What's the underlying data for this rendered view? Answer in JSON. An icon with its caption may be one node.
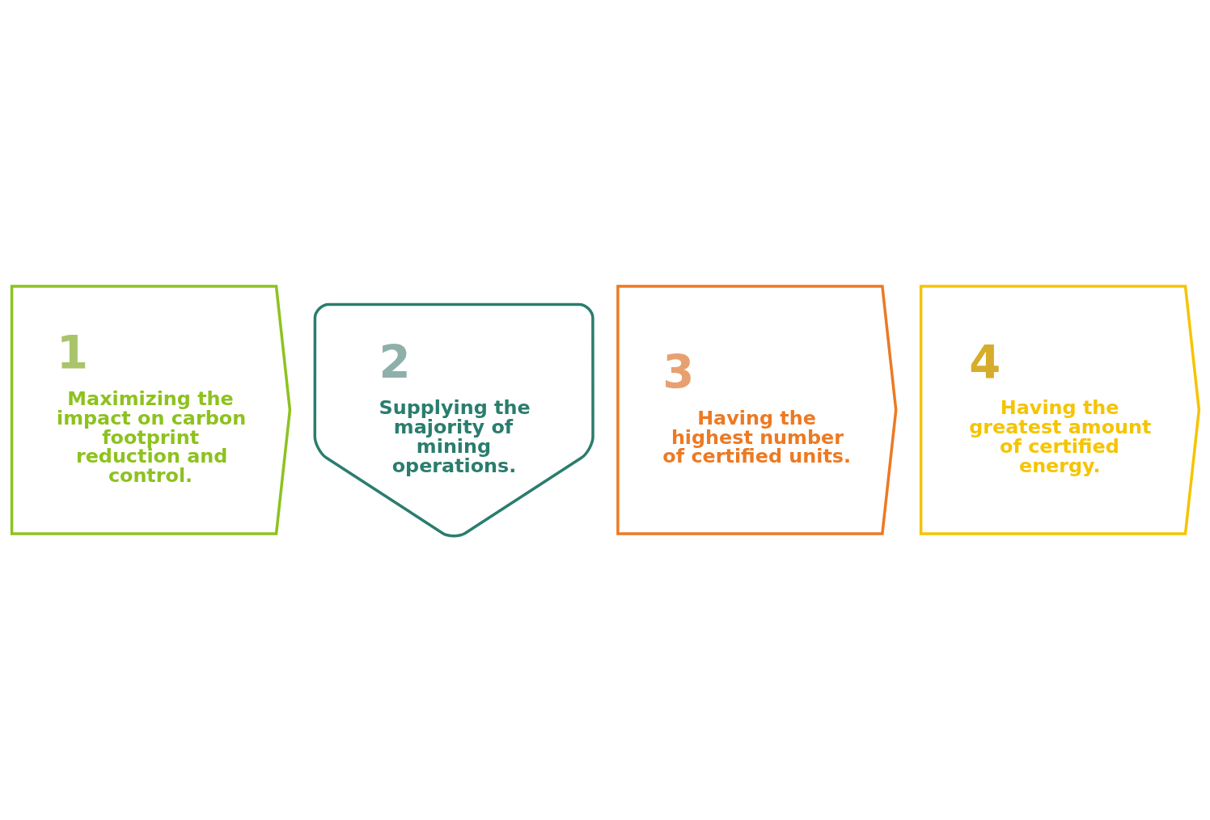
{
  "diagram": {
    "nodes": [
      {
        "text": [
          "1",
          "Maximizing the impact on carbon footprint reduction and control."
        ]
      },
      {
        "text": [
          "2",
          "Supplying the majority of mining operations."
        ]
      },
      {
        "text": [
          "3",
          "Having the highest number of certified units."
        ]
      },
      {
        "text": [
          "4",
          "Having the greatest amount of certified energy."
        ]
      }
    ],
    "edges": []
  }
}
